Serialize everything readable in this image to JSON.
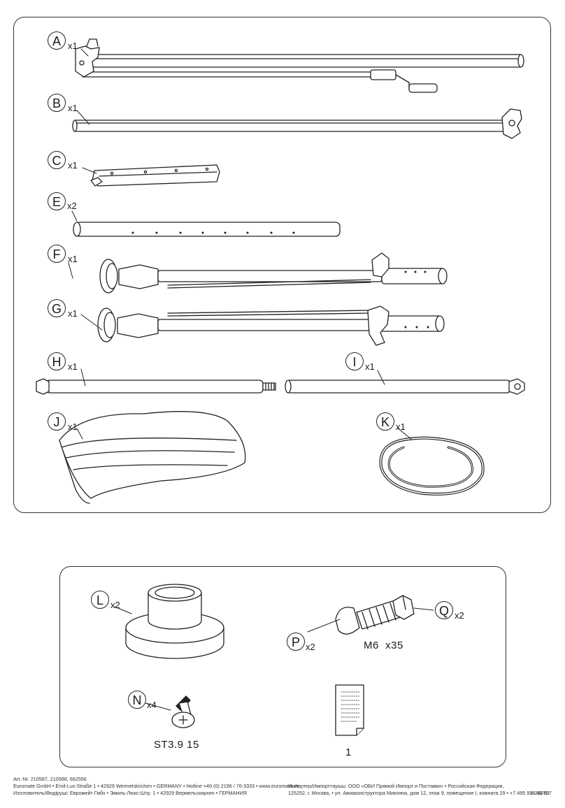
{
  "parts": [
    {
      "letter": "A",
      "qty": "x1"
    },
    {
      "letter": "B",
      "qty": "x1"
    },
    {
      "letter": "C",
      "qty": "x1"
    },
    {
      "letter": "E",
      "qty": "x2"
    },
    {
      "letter": "F",
      "qty": "x1"
    },
    {
      "letter": "G",
      "qty": "x1"
    },
    {
      "letter": "H",
      "qty": "x1"
    },
    {
      "letter": "I",
      "qty": "x1"
    },
    {
      "letter": "J",
      "qty": "x1"
    },
    {
      "letter": "K",
      "qty": "x1"
    }
  ],
  "hardware": [
    {
      "letter": "L",
      "qty": "x2"
    },
    {
      "letter": "P",
      "qty": "x2"
    },
    {
      "letter": "Q",
      "qty": "x2"
    },
    {
      "letter": "N",
      "qty": "x4"
    }
  ],
  "captions": {
    "bolt": "M6  x35",
    "screw": "ST3.9 15",
    "manual_count": "1"
  },
  "footer": {
    "art_nr": "Art.-Nr. 210587, 210588, 662556",
    "company_de": "Euromate GmbH • Emil-Lux-Straße 1 • 42929 Wermelskirchen • GERMANY • Hotline +49 (0) 2196 / 76-3333 • www.euromate.de",
    "company_ru": "Изготовитель/Өндіруші: Евромейт Гмбх • Эмиль-Люкс-Штр. 1 • 42929 Вермельскирхен • ГЕРМАНИЯ",
    "importer_1": "Импортер/Импорттаушы: ООО «ОБИ Прямой Импорт и Поставки» • Российская Федерация,",
    "importer_2": "125252, г. Москва, • ул. Авиаконструктора Микояна, дом 12, этаж 9, помещение I, комната 29 • +7 495 933 46 80",
    "version": "V-210727"
  }
}
